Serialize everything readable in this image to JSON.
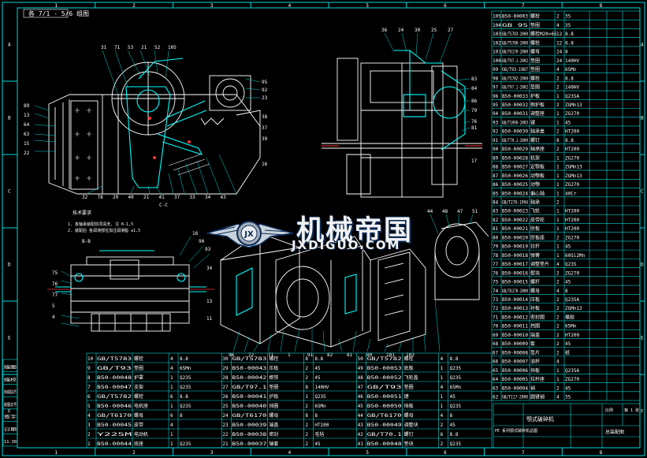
{
  "header_tag": "各 7/1 - 5/6 组图",
  "zone_numbers_top": [
    "1",
    "2",
    "3",
    "4",
    "5",
    "6",
    "7",
    "8"
  ],
  "zone_numbers_bottom": [
    "1",
    "2",
    "3",
    "4",
    "5",
    "6",
    "7",
    "8"
  ],
  "zone_letters_left": [
    "A",
    "B",
    "C",
    "D",
    "E",
    "F"
  ],
  "zone_letters_right": [
    "A",
    "B",
    "C",
    "D",
    "E",
    "F"
  ],
  "section_labels": {
    "section_cc": "C-C",
    "section_bb": "B-B",
    "tech_notes_title": "技术要求"
  },
  "tech_notes": [
    "1. 各轴承装配前须清洗, 注 K-1,5",
    "2. 装配后 各润滑部位加注润滑脂 ≤1,5"
  ],
  "callouts_front_top": [
    "31",
    "71",
    "53",
    "21",
    "52",
    "105"
  ],
  "callouts_front_bottom": [
    "32",
    "78",
    "29",
    "40",
    "21",
    "41",
    "37",
    "33",
    "34",
    "43"
  ],
  "callouts_front_left": [
    "89",
    "13",
    "64",
    "63",
    "15",
    "22"
  ],
  "callouts_side_top": [
    "36",
    "24",
    "30",
    "25",
    "27"
  ],
  "callouts_bb_left": [
    "75",
    "76",
    "77",
    "5",
    "4"
  ],
  "callouts_bb_top": [
    "16",
    "90",
    "93"
  ],
  "callouts_iso_bottom": [
    "96",
    "72",
    "71",
    "1",
    "91",
    "82",
    "81",
    "80",
    "101",
    "103"
  ],
  "callouts_iso_top": [
    "44",
    "48",
    "47",
    "51"
  ],
  "watermark": {
    "main": "机械帝国",
    "sub": "JXDIGUO.COM",
    "logo_letters": "JX"
  },
  "side_block_labels": [
    "描图",
    "描校",
    "旧底图总号",
    "底图总号",
    "签字",
    "日期",
    "11-30"
  ],
  "title_block": {
    "drawing_name": "颚式破碎机",
    "drawing_sub": "PE 系列颚式破碎机总图",
    "company": "总装配图",
    "scale_label": "比例",
    "sheet_label": "第 1 张"
  },
  "parts_right": [
    {
      "no": "105",
      "code": "B50-00003",
      "name": "螺栓",
      "qty": "2",
      "mat": "35"
    },
    {
      "no": "104",
      "code": "GB 95",
      "name": "垫圈",
      "qty": "4",
      "mat": "35"
    },
    {
      "no": "103",
      "code": "GB/T5783-2000",
      "name": "螺栓M20×65",
      "qty": "12",
      "mat": "8.8"
    },
    {
      "no": "102",
      "code": "GB/T5780-2000",
      "name": "螺栓",
      "qty": "12",
      "mat": "8.8"
    },
    {
      "no": "101",
      "code": "GB/T6170-2000",
      "name": "螺母",
      "qty": "24",
      "mat": "8"
    },
    {
      "no": "100",
      "code": "GB/T97.1-2002",
      "name": "垫圈",
      "qty": "24",
      "mat": "140HV"
    },
    {
      "no": "99",
      "code": "GB/T93-1987",
      "name": "垫圈",
      "qty": "4",
      "mat": "65Mn"
    },
    {
      "no": "98",
      "code": "GB/T5782-2000",
      "name": "螺栓",
      "qty": "2",
      "mat": "8.8"
    },
    {
      "no": "97",
      "code": "GB/T97.1-2002",
      "name": "垫圈",
      "qty": "2",
      "mat": "140HV"
    },
    {
      "no": "96",
      "code": "B50-00033",
      "name": "护板",
      "qty": "1",
      "mat": "Q235A"
    },
    {
      "no": "95",
      "code": "B50-00032",
      "name": "侧护板",
      "qty": "2",
      "mat": "ZGMn13"
    },
    {
      "no": "94",
      "code": "B50-00031",
      "name": "调整座",
      "qty": "1",
      "mat": "ZG270"
    },
    {
      "no": "93",
      "code": "GB/T1096-2003",
      "name": "键",
      "qty": "1",
      "mat": "45"
    },
    {
      "no": "92",
      "code": "B50-00030",
      "name": "轴承盖",
      "qty": "2",
      "mat": "HT200"
    },
    {
      "no": "91",
      "code": "GB/T70.1-2000",
      "name": "螺钉",
      "qty": "8",
      "mat": "8.8"
    },
    {
      "no": "90",
      "code": "B50-00029",
      "name": "轴承座",
      "qty": "2",
      "mat": "HT200"
    },
    {
      "no": "89",
      "code": "B50-00028",
      "name": "机架",
      "qty": "1",
      "mat": "ZG270"
    },
    {
      "no": "88",
      "code": "B50-00027",
      "name": "定颚板",
      "qty": "1",
      "mat": "ZGMn13"
    },
    {
      "no": "87",
      "code": "B50-00026",
      "name": "动颚板",
      "qty": "1",
      "mat": "ZGMn13"
    },
    {
      "no": "86",
      "code": "B50-00025",
      "name": "动颚",
      "qty": "1",
      "mat": "ZG270"
    },
    {
      "no": "85",
      "code": "B50-00024",
      "name": "偏心轴",
      "qty": "1",
      "mat": "40Cr"
    },
    {
      "no": "84",
      "code": "GB/T276-1994",
      "name": "轴承",
      "qty": "2",
      "mat": ""
    },
    {
      "no": "83",
      "code": "B50-00023",
      "name": "飞轮",
      "qty": "1",
      "mat": "HT200"
    },
    {
      "no": "82",
      "code": "B50-00022",
      "name": "皮带轮",
      "qty": "1",
      "mat": "HT200"
    },
    {
      "no": "81",
      "code": "B50-00021",
      "name": "肘板",
      "qty": "1",
      "mat": "HT200"
    },
    {
      "no": "80",
      "code": "B50-00020",
      "name": "肘板座",
      "qty": "2",
      "mat": "ZG270"
    },
    {
      "no": "79",
      "code": "B50-00019",
      "name": "拉杆",
      "qty": "1",
      "mat": "45"
    },
    {
      "no": "78",
      "code": "B50-00018",
      "name": "弹簧",
      "qty": "1",
      "mat": "60Si2Mn"
    },
    {
      "no": "77",
      "code": "B50-00017",
      "name": "调整垫片",
      "qty": "4",
      "mat": "Q235"
    },
    {
      "no": "76",
      "code": "B50-00016",
      "name": "楔块",
      "qty": "2",
      "mat": "ZG270"
    },
    {
      "no": "75",
      "code": "B50-00015",
      "name": "螺杆",
      "qty": "2",
      "mat": "45"
    },
    {
      "no": "74",
      "code": "GB/T6170-2000",
      "name": "螺母",
      "qty": "4",
      "mat": "8"
    },
    {
      "no": "73",
      "code": "B50-00014",
      "name": "压板",
      "qty": "2",
      "mat": "Q235A"
    },
    {
      "no": "72",
      "code": "B50-00013",
      "name": "衬板",
      "qty": "2",
      "mat": "ZGMn13"
    },
    {
      "no": "71",
      "code": "B50-00012",
      "name": "密封圈",
      "qty": "2",
      "mat": "橡胶"
    },
    {
      "no": "70",
      "code": "B50-00011",
      "name": "挡圈",
      "qty": "2",
      "mat": "65Mn"
    },
    {
      "no": "69",
      "code": "B50-00010",
      "name": "端盖",
      "qty": "2",
      "mat": "HT200"
    },
    {
      "no": "68",
      "code": "B50-00009",
      "name": "套",
      "qty": "2",
      "mat": "45"
    },
    {
      "no": "67",
      "code": "B50-00008",
      "name": "垫片",
      "qty": "2",
      "mat": "纸"
    },
    {
      "no": "66",
      "code": "B50-00007",
      "name": "油杯",
      "qty": "4",
      "mat": ""
    },
    {
      "no": "65",
      "code": "B50-00006",
      "name": "挡板",
      "qty": "1",
      "mat": "Q235A"
    },
    {
      "no": "64",
      "code": "B50-00005",
      "name": "拉杆座",
      "qty": "1",
      "mat": "ZG270"
    },
    {
      "no": "63",
      "code": "B50-00004",
      "name": "销",
      "qty": "2",
      "mat": "45"
    },
    {
      "no": "62",
      "code": "GB/T117-2000",
      "name": "圆锥销",
      "qty": "4",
      "mat": "35"
    }
  ],
  "parts_bottom_cols": [
    [
      {
        "no": "10",
        "code": "GB/T5783",
        "name": "螺栓",
        "qty": "4",
        "mat": "8.8"
      },
      {
        "no": "9",
        "code": "GB/T93",
        "name": "垫圈",
        "qty": "4",
        "mat": "65Mn"
      },
      {
        "no": "8",
        "code": "B50-00048",
        "name": "护罩",
        "qty": "1",
        "mat": "Q235"
      },
      {
        "no": "7",
        "code": "B50-00047",
        "name": "支架",
        "qty": "1",
        "mat": "Q235"
      },
      {
        "no": "6",
        "code": "GB/T5782",
        "name": "螺栓",
        "qty": "6",
        "mat": "8.8"
      },
      {
        "no": "5",
        "code": "B50-00046",
        "name": "电机座",
        "qty": "1",
        "mat": "Q235"
      },
      {
        "no": "4",
        "code": "GB/T6170",
        "name": "螺母",
        "qty": "6",
        "mat": "8"
      },
      {
        "no": "3",
        "code": "B50-00045",
        "name": "皮带",
        "qty": "4",
        "mat": ""
      },
      {
        "no": "2",
        "code": "Y225M",
        "name": "电动机",
        "qty": "1",
        "mat": ""
      },
      {
        "no": "1",
        "code": "B50-00044",
        "name": "底座",
        "qty": "1",
        "mat": "Q235"
      }
    ],
    [
      {
        "no": "30",
        "code": "GB/T5783",
        "name": "螺栓",
        "qty": "8",
        "mat": "8.8"
      },
      {
        "no": "29",
        "code": "B50-00043",
        "name": "压板",
        "qty": "2",
        "mat": "45"
      },
      {
        "no": "28",
        "code": "B50-00042",
        "name": "楔铁",
        "qty": "2",
        "mat": "45"
      },
      {
        "no": "27",
        "code": "GB/T97.1",
        "name": "垫圈",
        "qty": "8",
        "mat": "140HV"
      },
      {
        "no": "26",
        "code": "B50-00041",
        "name": "护板",
        "qty": "1",
        "mat": "Q235"
      },
      {
        "no": "25",
        "code": "B50-00040",
        "name": "挡圈",
        "qty": "2",
        "mat": "65Mn"
      },
      {
        "no": "24",
        "code": "GB/T6170",
        "name": "螺母",
        "qty": "8",
        "mat": "8"
      },
      {
        "no": "23",
        "code": "B50-00039",
        "name": "端盖",
        "qty": "2",
        "mat": "HT200"
      },
      {
        "no": "22",
        "code": "B50-00038",
        "name": "密封",
        "qty": "2",
        "mat": "毛毡"
      },
      {
        "no": "21",
        "code": "B50-00037",
        "name": "轴套",
        "qty": "2",
        "mat": "45"
      }
    ],
    [
      {
        "no": "50",
        "code": "GB/T5782",
        "name": "螺栓",
        "qty": "4",
        "mat": "8.8"
      },
      {
        "no": "49",
        "code": "B50-00053",
        "name": "底板",
        "qty": "1",
        "mat": "Q235"
      },
      {
        "no": "48",
        "code": "B50-00052",
        "name": "飞轮盖",
        "qty": "1",
        "mat": "Q235"
      },
      {
        "no": "47",
        "code": "GB/T93",
        "name": "垫圈",
        "qty": "4",
        "mat": "65Mn"
      },
      {
        "no": "46",
        "code": "B50-00051",
        "name": "键",
        "qty": "1",
        "mat": "45"
      },
      {
        "no": "45",
        "code": "B50-00050",
        "name": "挡板",
        "qty": "1",
        "mat": "Q235"
      },
      {
        "no": "44",
        "code": "GB/T6170",
        "name": "螺母",
        "qty": "4",
        "mat": "8"
      },
      {
        "no": "43",
        "code": "B50-00049",
        "name": "调整块",
        "qty": "2",
        "mat": "45"
      },
      {
        "no": "42",
        "code": "GB/T70.1",
        "name": "螺钉",
        "qty": "6",
        "mat": "8.8"
      },
      {
        "no": "41",
        "code": "B50-00048",
        "name": "垫块",
        "qty": "2",
        "mat": "Q235"
      }
    ]
  ]
}
